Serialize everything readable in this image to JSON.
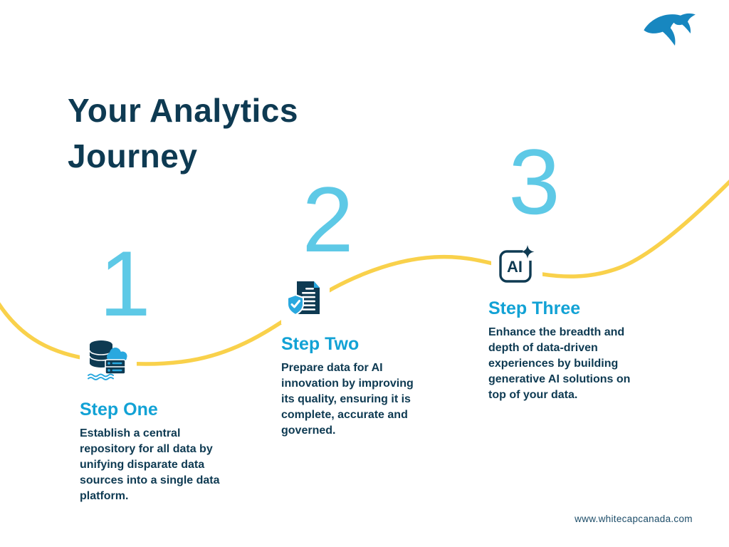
{
  "page": {
    "title_lines": [
      "Your Analytics",
      "Journey"
    ],
    "footer_url": "www.whitecapcanada.com"
  },
  "brand": {
    "logo_name": "whitecap-canada-logo",
    "logo_color": "#1787C0"
  },
  "colors": {
    "navy_text": "#0E3A52",
    "heading_cyan": "#12A2D5",
    "number_blue": "#5EC9E6",
    "path_yellow": "#F9D14B",
    "icon_cyan": "#29A8DF",
    "background": "#FFFFFF"
  },
  "steps": [
    {
      "number": "1",
      "heading": "Step One",
      "icon": "data-platform-icon",
      "body_lines": [
        "Establish a central",
        "repository for all data by",
        "unifying disparate data",
        "sources into a single data",
        "platform."
      ]
    },
    {
      "number": "2",
      "heading": "Step Two",
      "icon": "document-shield-icon",
      "body_lines": [
        "Prepare data for AI",
        "innovation by improving",
        "its quality, ensuring it is",
        "complete, accurate and",
        "governed."
      ]
    },
    {
      "number": "3",
      "heading": "Step Three",
      "icon": "ai-sparkle-icon",
      "icon_label": "AI",
      "body_lines": [
        "Enhance the breadth and",
        "depth of data-driven",
        "experiences by building",
        "generative AI solutions on",
        "top of your data."
      ]
    }
  ]
}
